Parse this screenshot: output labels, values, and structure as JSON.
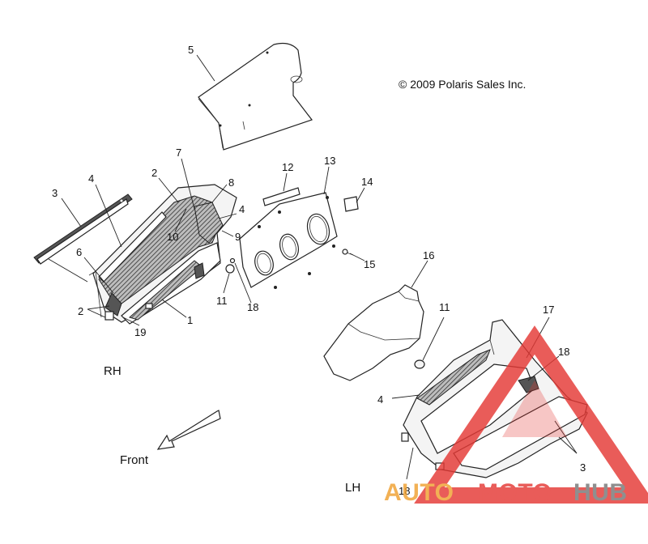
{
  "copyright": "© 2009 Polaris Sales Inc.",
  "side_labels": {
    "rh": "RH",
    "lh": "LH"
  },
  "front_label": "Front",
  "callouts": {
    "c5": "5",
    "c3a": "3",
    "c4a": "4",
    "c2a": "2",
    "c7": "7",
    "c8": "8",
    "c4b": "4",
    "c10": "10",
    "c9": "9",
    "c6": "6",
    "c2b": "2",
    "c19": "19",
    "c1": "1",
    "c11a": "11",
    "c18a": "18",
    "c12": "12",
    "c13": "13",
    "c14": "14",
    "c15": "15",
    "c16": "16",
    "c11b": "11",
    "c17": "17",
    "c18b": "18",
    "c4c": "4",
    "c3b": "3",
    "c18c": "18"
  },
  "watermark": {
    "part1": "AUTO",
    "part2": "MOTO",
    "part3": "HUB",
    "color_orange": "#f0a030",
    "color_red": "#e53935",
    "color_gray": "#777777"
  }
}
